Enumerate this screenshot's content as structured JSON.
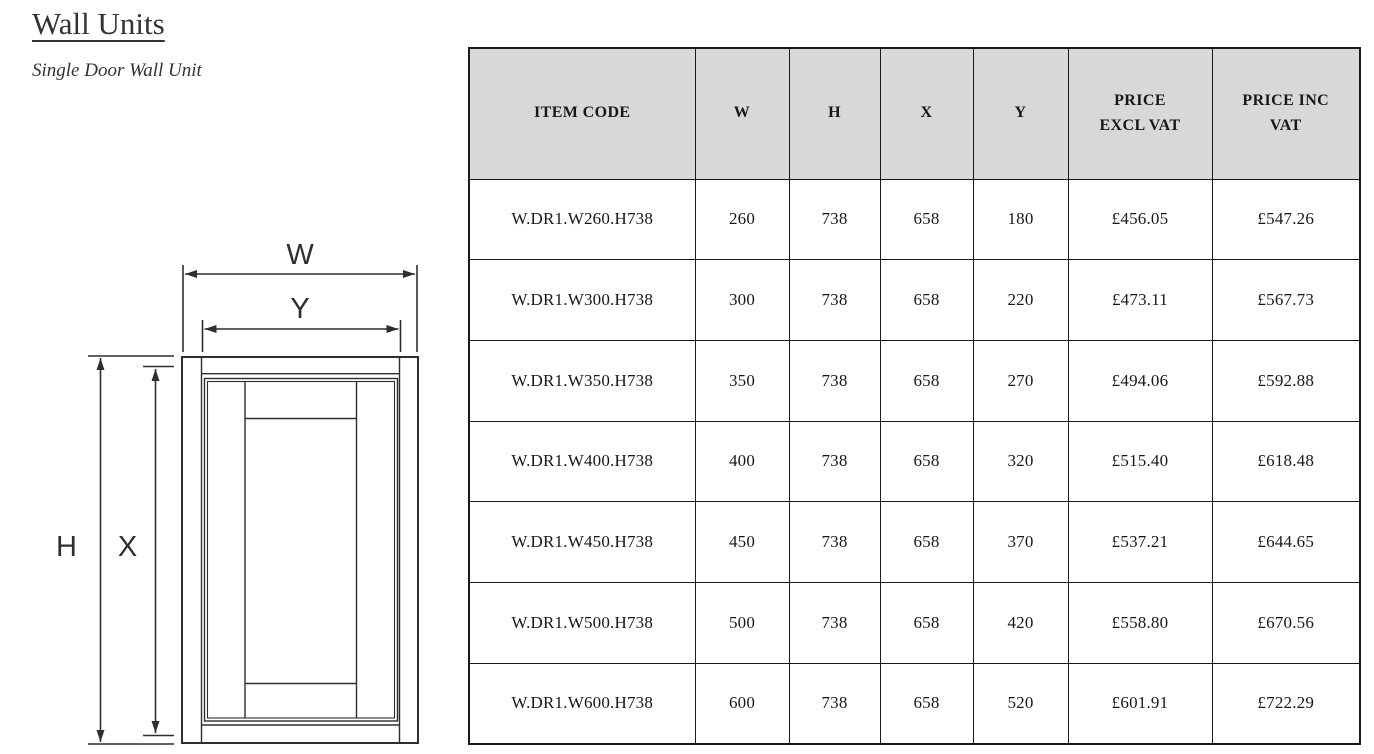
{
  "page": {
    "title": "Wall Units",
    "subtitle": "Single Door Wall Unit"
  },
  "diagram": {
    "description": "single-door-wall-unit-front-elevation",
    "line_color": "#2e2e2e",
    "labels": {
      "w": "W",
      "y": "Y",
      "h": "H",
      "x": "X"
    }
  },
  "table": {
    "header_bg": "#d8d8d8",
    "border_color": "#1a1a1a",
    "columns": [
      {
        "id": "item_code",
        "lines": [
          "ITEM CODE"
        ]
      },
      {
        "id": "w",
        "lines": [
          "W"
        ]
      },
      {
        "id": "h",
        "lines": [
          "H"
        ]
      },
      {
        "id": "x",
        "lines": [
          "X"
        ]
      },
      {
        "id": "y",
        "lines": [
          "Y"
        ]
      },
      {
        "id": "price_excl_vat",
        "lines": [
          "PRICE",
          "EXCL VAT"
        ]
      },
      {
        "id": "price_inc_vat",
        "lines": [
          "PRICE INC",
          "VAT"
        ]
      }
    ],
    "rows": [
      [
        "W.DR1.W260.H738",
        "260",
        "738",
        "658",
        "180",
        "£456.05",
        "£547.26"
      ],
      [
        "W.DR1.W300.H738",
        "300",
        "738",
        "658",
        "220",
        "£473.11",
        "£567.73"
      ],
      [
        "W.DR1.W350.H738",
        "350",
        "738",
        "658",
        "270",
        "£494.06",
        "£592.88"
      ],
      [
        "W.DR1.W400.H738",
        "400",
        "738",
        "658",
        "320",
        "£515.40",
        "£618.48"
      ],
      [
        "W.DR1.W450.H738",
        "450",
        "738",
        "658",
        "370",
        "£537.21",
        "£644.65"
      ],
      [
        "W.DR1.W500.H738",
        "500",
        "738",
        "658",
        "420",
        "£558.80",
        "£670.56"
      ],
      [
        "W.DR1.W600.H738",
        "600",
        "738",
        "658",
        "520",
        "£601.91",
        "£722.29"
      ]
    ]
  }
}
